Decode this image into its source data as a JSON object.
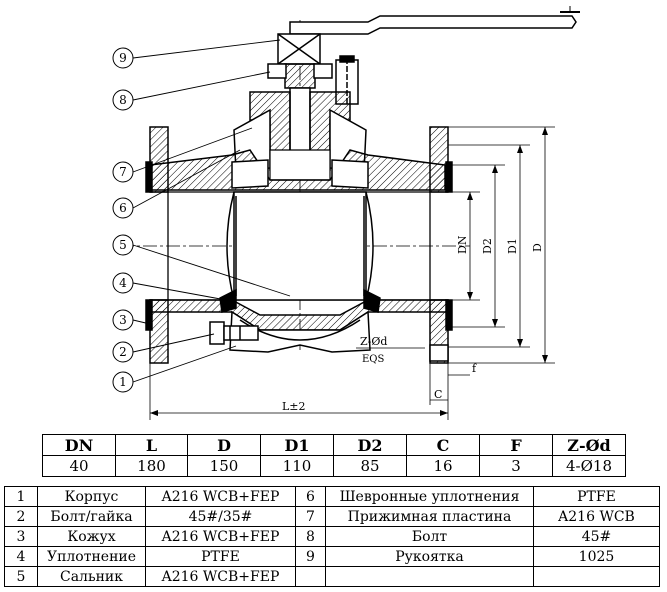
{
  "drawing": {
    "callouts": [
      "1",
      "2",
      "3",
      "4",
      "5",
      "6",
      "7",
      "8",
      "9"
    ],
    "labels": {
      "dn": "DN",
      "d2": "D2",
      "d1": "D1",
      "d": "D",
      "bolt_holes": "Z-Ød",
      "eqs": "EQS",
      "f": "f",
      "c": "C",
      "length": "L±2"
    }
  },
  "dimensions": {
    "headers": [
      "DN",
      "L",
      "D",
      "D1",
      "D2",
      "C",
      "F",
      "Z-Ød"
    ],
    "values": [
      "40",
      "180",
      "150",
      "110",
      "85",
      "16",
      "3",
      "4-Ø18"
    ]
  },
  "parts": [
    {
      "no_a": "1",
      "name_a": "Корпус",
      "mat_a": "A216 WCB+FEP",
      "no_b": "6",
      "name_b": "Шевронные уплотнения",
      "mat_b": "PTFE"
    },
    {
      "no_a": "2",
      "name_a": "Болт/гайка",
      "mat_a": "45#/35#",
      "no_b": "7",
      "name_b": "Прижимная пластина",
      "mat_b": "A216 WCB"
    },
    {
      "no_a": "3",
      "name_a": "Кожух",
      "mat_a": "A216 WCB+FEP",
      "no_b": "8",
      "name_b": "Болт",
      "mat_b": "45#"
    },
    {
      "no_a": "4",
      "name_a": "Уплотнение",
      "mat_a": "PTFE",
      "no_b": "9",
      "name_b": "Рукоятка",
      "mat_b": "1025"
    },
    {
      "no_a": "5",
      "name_a": "Сальник",
      "mat_a": "A216 WCB+FEP",
      "no_b": "",
      "name_b": "",
      "mat_b": ""
    }
  ]
}
